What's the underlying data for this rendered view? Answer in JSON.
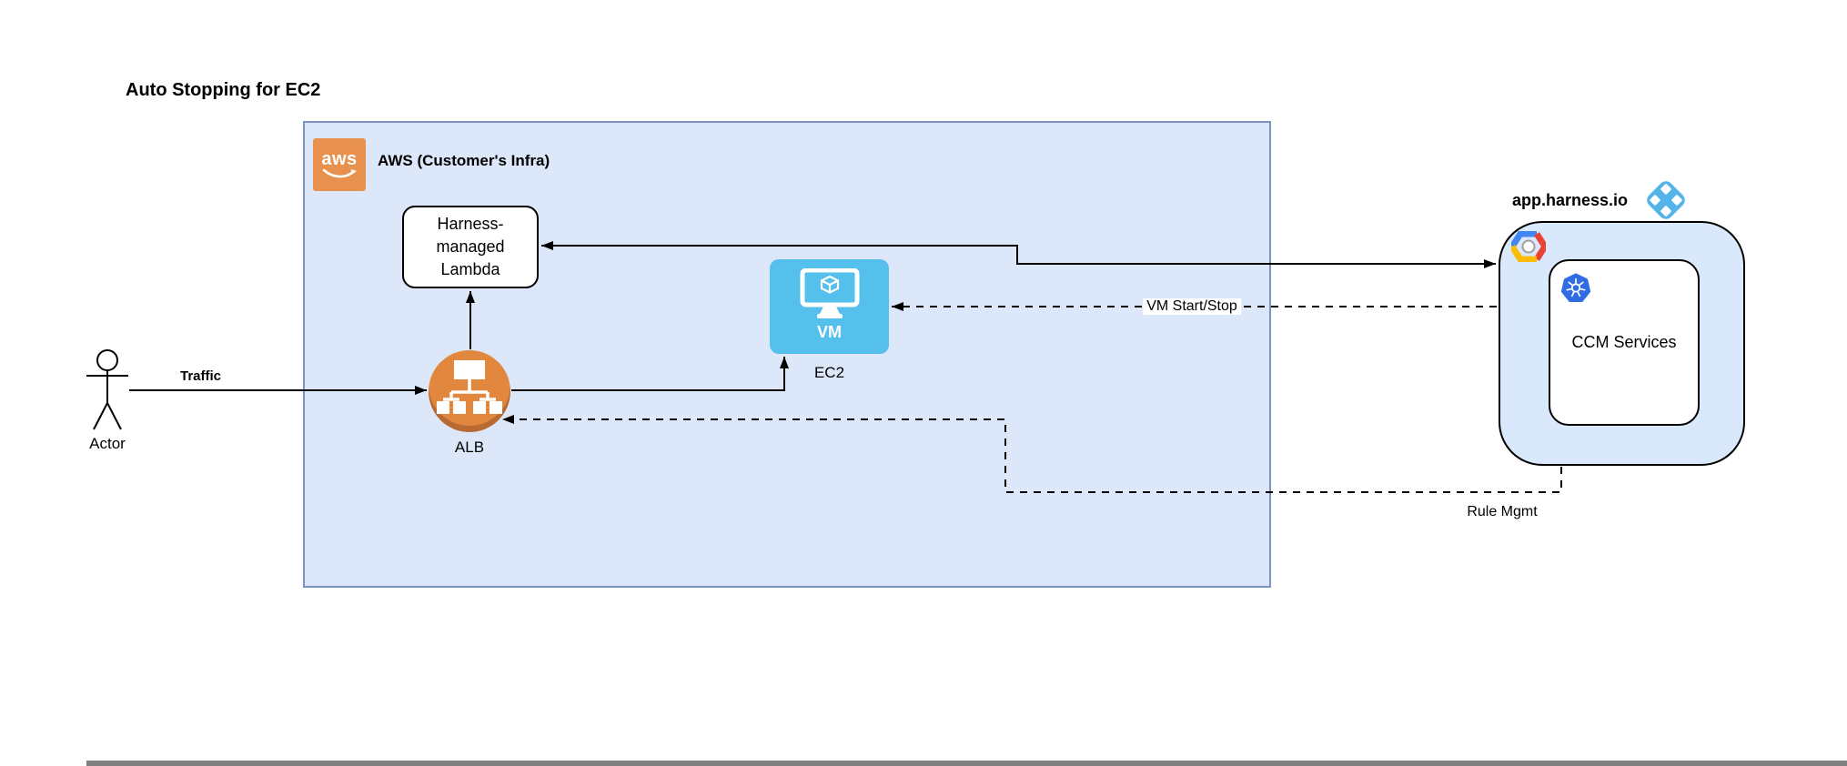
{
  "title": "Auto Stopping for EC2",
  "aws_group": {
    "label": "AWS (Customer's Infra)",
    "logo_text": "aws",
    "logo_icon": "aws-logo"
  },
  "harness_group": {
    "label": "app.harness.io",
    "logo_icon": "harness-logo",
    "gcp_icon": "gcp-logo",
    "ccm": {
      "label": "CCM Services",
      "k8s_icon": "kubernetes-logo"
    }
  },
  "nodes": {
    "actor": {
      "label": "Actor",
      "icon": "stick-figure"
    },
    "alb": {
      "label": "ALB",
      "icon": "load-balancer-icon"
    },
    "lambda": {
      "line1": "Harness-managed",
      "line2": "Lambda"
    },
    "vm": {
      "label": "VM",
      "sublabel": "EC2",
      "icon": "virtual-machine-icon"
    }
  },
  "edges": {
    "traffic": {
      "label": "Traffic",
      "style": "solid",
      "from": "Actor",
      "to": "ALB"
    },
    "alb_to_lambda": {
      "style": "solid",
      "from": "ALB",
      "to": "Harness-managed Lambda"
    },
    "alb_to_vm": {
      "style": "solid",
      "from": "ALB",
      "to": "EC2"
    },
    "lambda_harness": {
      "style": "solid-bidirectional",
      "from": "Harness-managed Lambda",
      "to": "app.harness.io"
    },
    "vm_start_stop": {
      "label": "VM Start/Stop",
      "style": "dashed",
      "from": "app.harness.io",
      "to": "EC2"
    },
    "rule_mgmt": {
      "label": "Rule Mgmt",
      "style": "dashed",
      "from": "app.harness.io",
      "to": "ALB"
    }
  },
  "colors": {
    "canvas-bg": "#ffffff",
    "aws-box-fill": "#dce7fa",
    "aws-box-border": "#7b93c0",
    "harness-box-fill": "#dae8fc",
    "aws-logo-orange": "#e8914e",
    "alb-orange": "#e2873e",
    "alb-rim": "#b96a32",
    "vm-blue": "#54c0eb",
    "harness-logo-blue": "#54b3e8",
    "k8s-blue": "#326ce5",
    "gcp-blue": "#4285f4",
    "gcp-red": "#ea4335",
    "gcp-yellow": "#fbbc05",
    "edge-color": "#000000"
  }
}
